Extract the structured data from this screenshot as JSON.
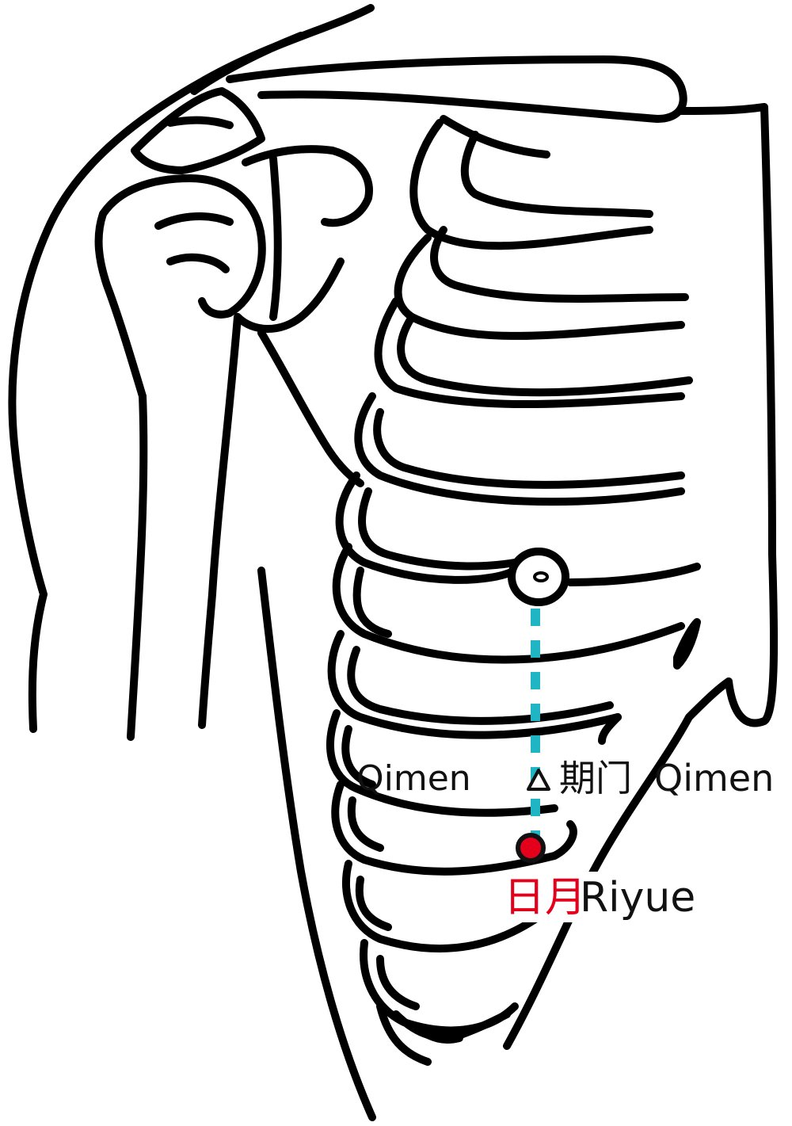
{
  "labels": {
    "qimen_left": "Qimen",
    "qimen_cn": "期门",
    "qimen_en": "Qimen",
    "riyue_cn": "日月",
    "riyue_en": "Riyue"
  },
  "markers": {
    "qimen_marker": "triangle-marker",
    "riyue_marker": "red-dot-marker"
  },
  "colors": {
    "meridian_line": "#1fb5c4",
    "riyue_point": "#e4001b",
    "riyue_label": "#e4001b",
    "outline": "#000000"
  }
}
